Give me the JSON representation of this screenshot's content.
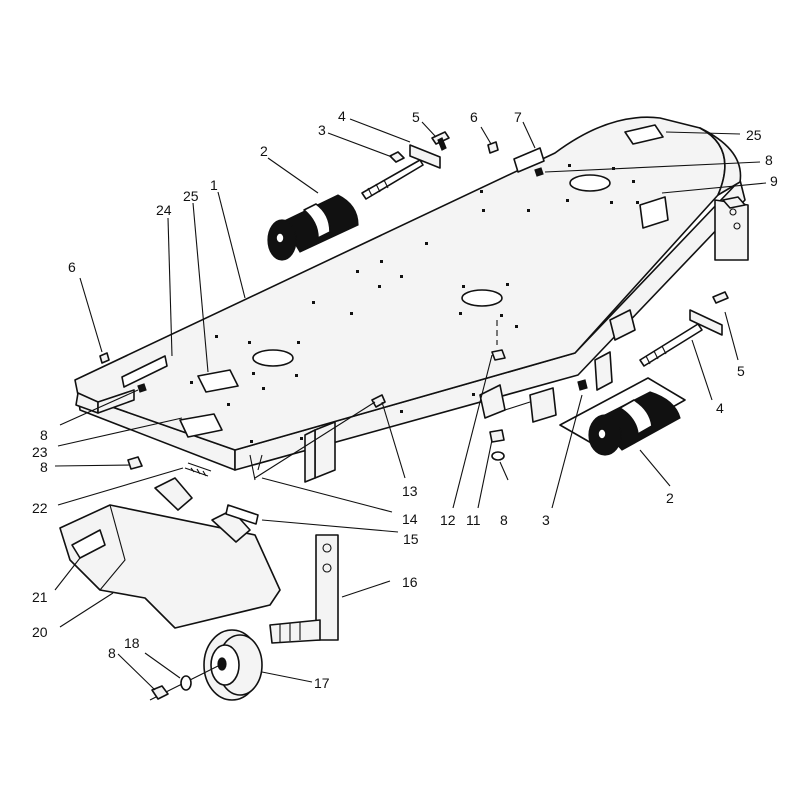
{
  "callouts": [
    {
      "id": "c1",
      "text": "1"
    },
    {
      "id": "c2a",
      "text": "2"
    },
    {
      "id": "c2b",
      "text": "2"
    },
    {
      "id": "c3a",
      "text": "3"
    },
    {
      "id": "c3b",
      "text": "3"
    },
    {
      "id": "c4a",
      "text": "4"
    },
    {
      "id": "c4b",
      "text": "4"
    },
    {
      "id": "c5a",
      "text": "5"
    },
    {
      "id": "c5b",
      "text": "5"
    },
    {
      "id": "c6a",
      "text": "6"
    },
    {
      "id": "c6b",
      "text": "6"
    },
    {
      "id": "c7",
      "text": "7"
    },
    {
      "id": "c8a",
      "text": "8"
    },
    {
      "id": "c8b",
      "text": "8"
    },
    {
      "id": "c8c",
      "text": "8"
    },
    {
      "id": "c8d",
      "text": "8"
    },
    {
      "id": "c8e",
      "text": "8"
    },
    {
      "id": "c9",
      "text": "9"
    },
    {
      "id": "c11",
      "text": "11"
    },
    {
      "id": "c12",
      "text": "12"
    },
    {
      "id": "c13",
      "text": "13"
    },
    {
      "id": "c14",
      "text": "14"
    },
    {
      "id": "c15",
      "text": "15"
    },
    {
      "id": "c16",
      "text": "16"
    },
    {
      "id": "c17",
      "text": "17"
    },
    {
      "id": "c18",
      "text": "18"
    },
    {
      "id": "c20",
      "text": "20"
    },
    {
      "id": "c21",
      "text": "21"
    },
    {
      "id": "c22",
      "text": "22"
    },
    {
      "id": "c23",
      "text": "23"
    },
    {
      "id": "c24",
      "text": "24"
    },
    {
      "id": "c25a",
      "text": "25"
    },
    {
      "id": "c25b",
      "text": "25"
    }
  ]
}
